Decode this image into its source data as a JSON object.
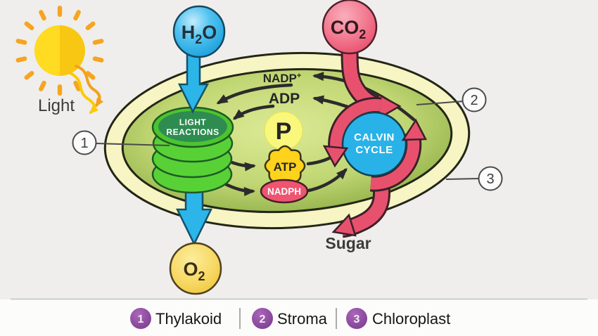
{
  "sun": {
    "label": "Light"
  },
  "molecules": {
    "h2o": {
      "main": "H",
      "sub": "2",
      "tail": "O"
    },
    "co2": {
      "main": "CO",
      "sub": "2"
    },
    "o2": {
      "main": "O",
      "sub": "2"
    },
    "sugar": "Sugar"
  },
  "cycle": {
    "nadp": {
      "main": "NADP",
      "sup": "+"
    },
    "adp": "ADP",
    "p": "P",
    "atp": "ATP",
    "nadph": "NADPH"
  },
  "organelles": {
    "light_reactions": {
      "line1": "LIGHT",
      "line2": "REACTIONS"
    },
    "calvin": {
      "line1": "CALVIN",
      "line2": "CYCLE"
    }
  },
  "callouts": {
    "one": "1",
    "two": "2",
    "three": "3"
  },
  "legend": {
    "items": [
      {
        "num": "1",
        "label": "Thylakoid"
      },
      {
        "num": "2",
        "label": "Stroma"
      },
      {
        "num": "3",
        "label": "Chloroplast"
      }
    ]
  },
  "colors": {
    "background": "#efeeec",
    "accent_blue": "#2cb5e9",
    "accent_pink": "#e8516e",
    "stroma_green": "#a9c55e",
    "envelope_yellow": "#f6f5c3",
    "thylakoid_green": "#58d136",
    "legend_purple": "#8d4a9e",
    "sun_yellow": "#ffd21c",
    "atp_gold": "#ffd21c",
    "p_yellow": "#f9f77c"
  }
}
